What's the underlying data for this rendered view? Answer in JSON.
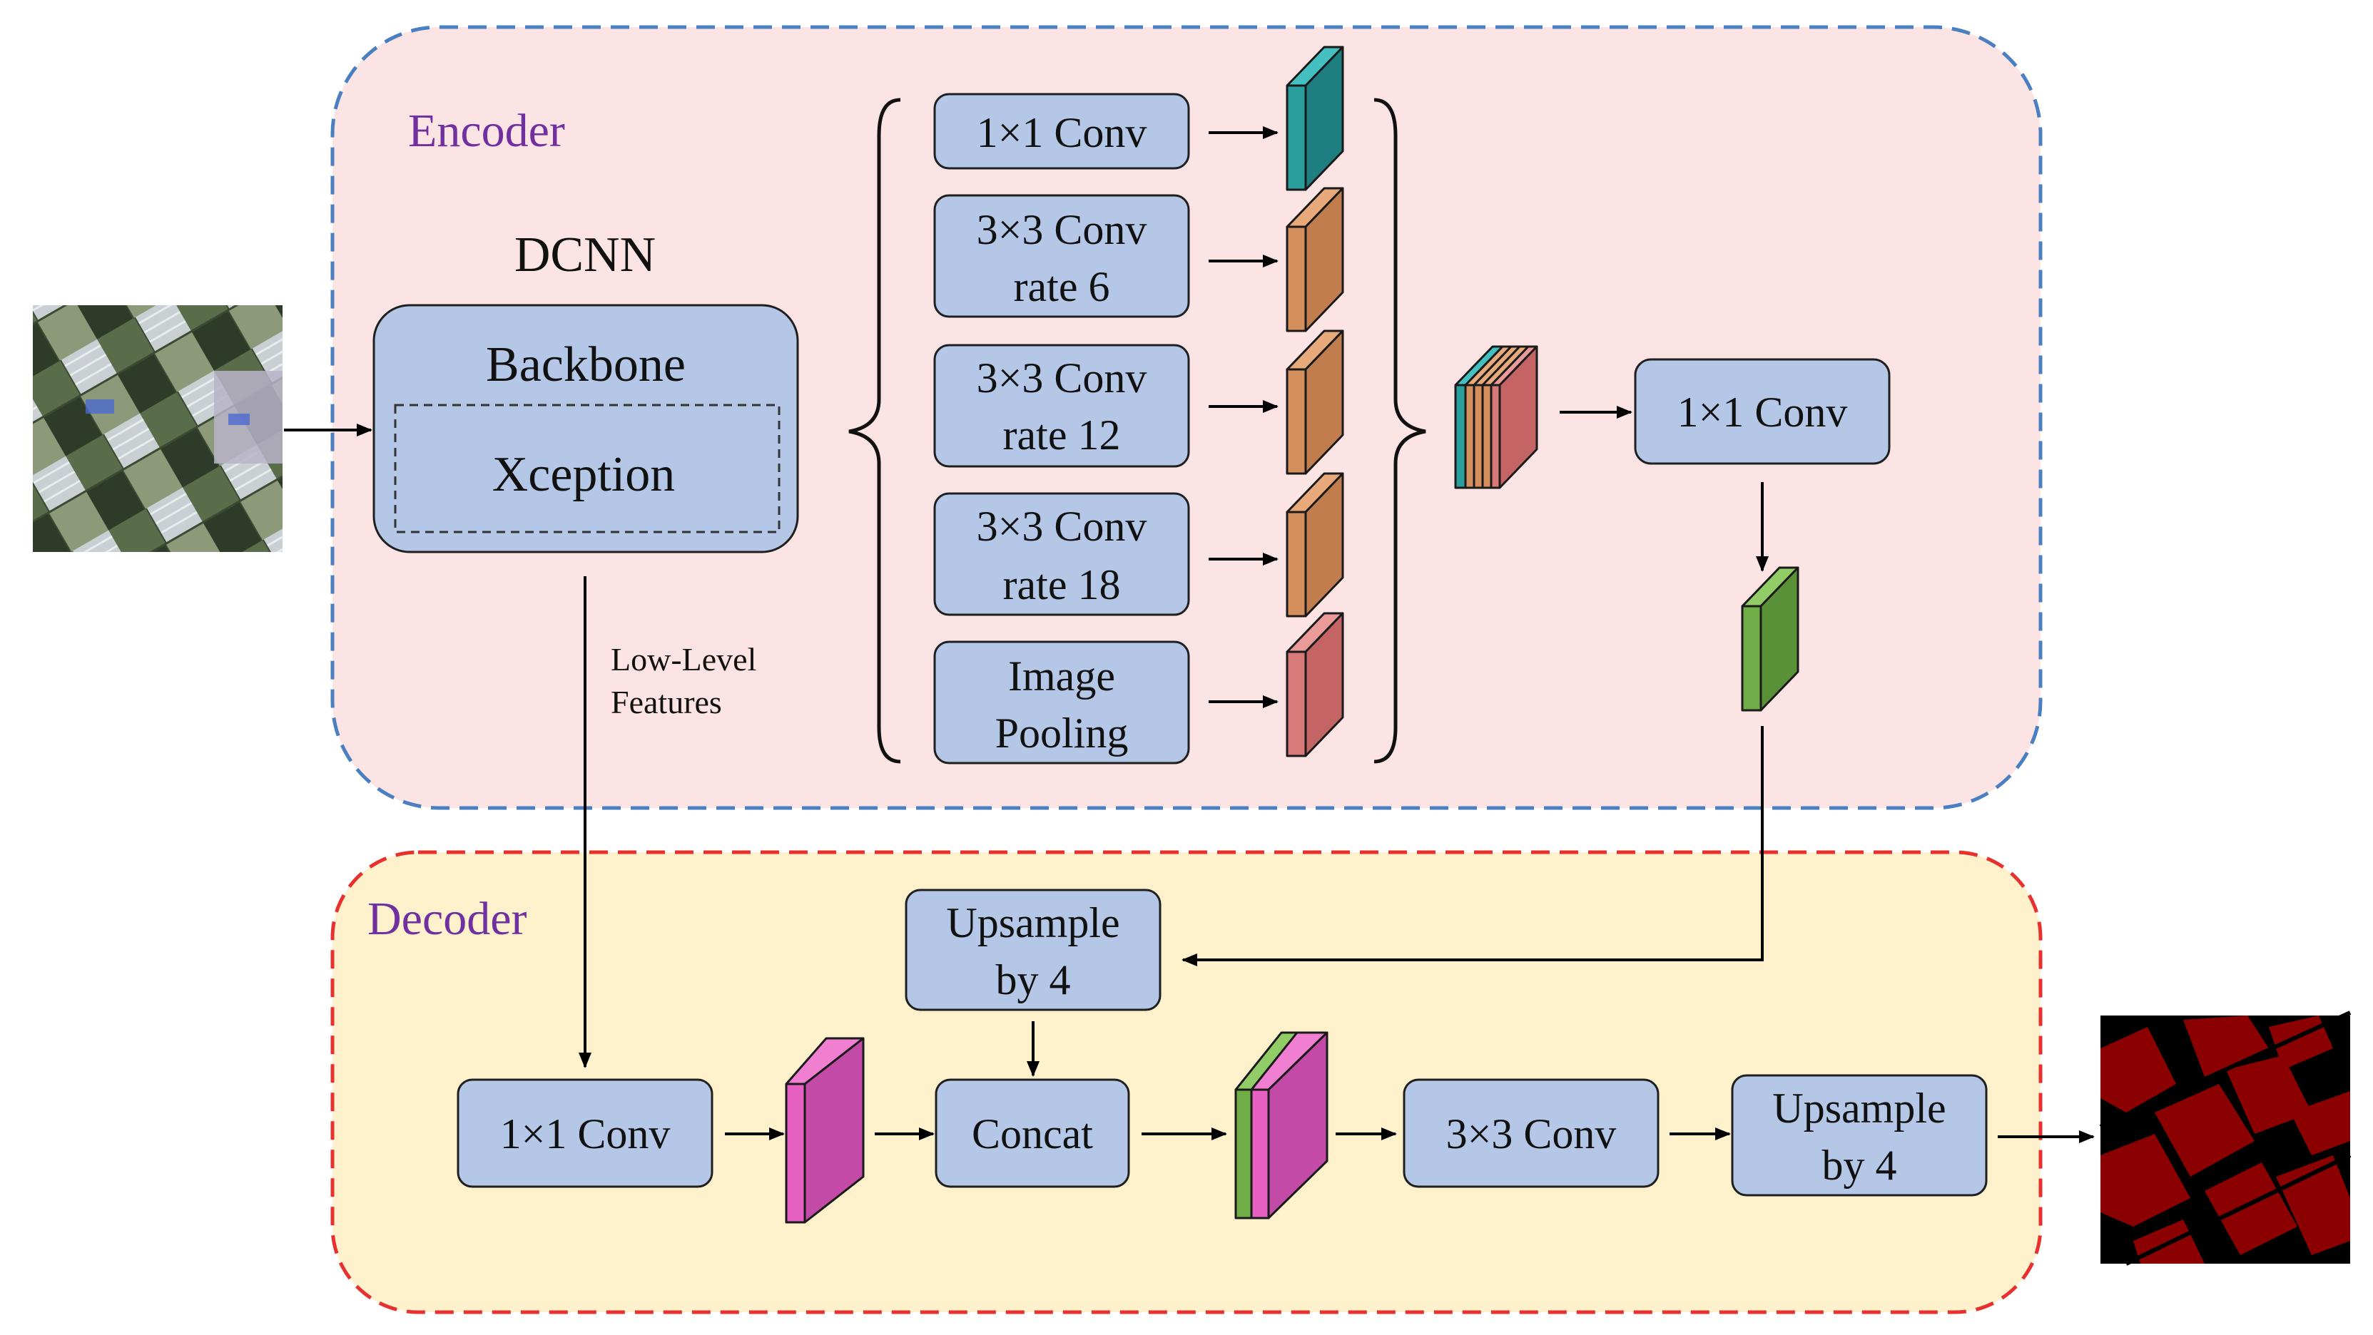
{
  "encoder": {
    "label": "Encoder",
    "dcnn_label": "DCNN",
    "backbone_label": "Backbone",
    "xception_label": "Xception",
    "aspp": {
      "conv1_label": "1×1 Conv",
      "conv6_line1": "3×3 Conv",
      "conv6_line2": "rate 6",
      "conv12_line1": "3×3 Conv",
      "conv12_line2": "rate 12",
      "conv18_line1": "3×3 Conv",
      "conv18_line2": "rate 18",
      "pool_line1": "Image",
      "pool_line2": "Pooling"
    },
    "fuse_conv_label": "1×1 Conv",
    "low_level_line1": "Low-Level",
    "low_level_line2": "Features"
  },
  "decoder": {
    "label": "Decoder",
    "upsample1_line1": "Upsample",
    "upsample1_line2": "by 4",
    "conv1_label": "1×1 Conv",
    "concat_label": "Concat",
    "conv3_label": "3×3 Conv",
    "upsample2_line1": "Upsample",
    "upsample2_line2": "by 4"
  },
  "colors": {
    "encoder_bg": "#fde4e4",
    "encoder_border": "#4a7fc1",
    "decoder_bg": "#fff1cc",
    "decoder_border": "#e8302e",
    "region_label": "#7030a0",
    "box_fill": "#b4c7e7",
    "teal": "#2a9d9d",
    "orange": "#d48f5c",
    "pink": "#d97a7a",
    "green": "#70ad47",
    "magenta": "#d04fb5",
    "mask_red": "#8b0000"
  }
}
